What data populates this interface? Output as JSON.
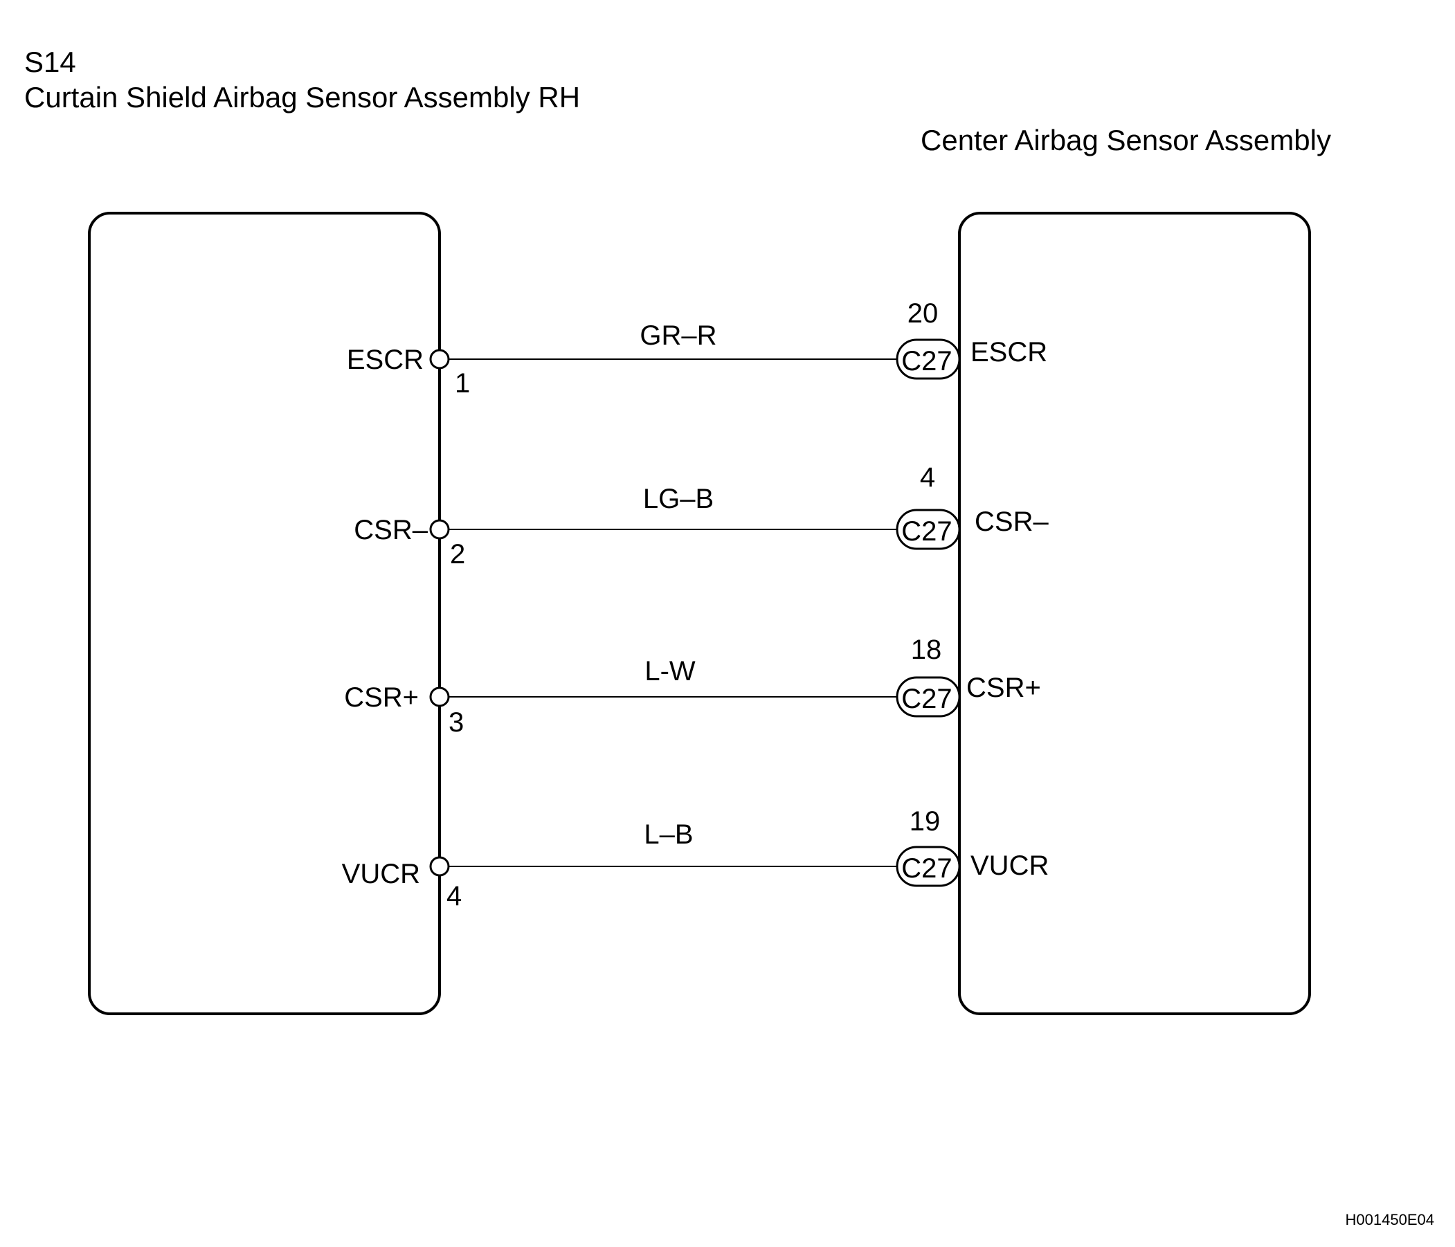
{
  "left_component": {
    "code": "S14",
    "name": "Curtain Shield Airbag Sensor Assembly RH"
  },
  "right_component": {
    "name": "Center Airbag Sensor Assembly"
  },
  "wires": [
    {
      "left_pin_label": "ESCR",
      "left_pin_number": "1",
      "wire_color": "GR–R",
      "connector": "C27",
      "right_pin_number": "20",
      "right_pin_label": "ESCR"
    },
    {
      "left_pin_label": "CSR–",
      "left_pin_number": "2",
      "wire_color": "LG–B",
      "connector": "C27",
      "right_pin_number": "4",
      "right_pin_label": "CSR–"
    },
    {
      "left_pin_label": "CSR+",
      "left_pin_number": "3",
      "wire_color": "L-W",
      "connector": "C27",
      "right_pin_number": "18",
      "right_pin_label": "CSR+"
    },
    {
      "left_pin_label": "VUCR",
      "left_pin_number": "4",
      "wire_color": "L–B",
      "connector": "C27",
      "right_pin_number": "19",
      "right_pin_label": "VUCR"
    }
  ],
  "figure_id": "H001450E04"
}
